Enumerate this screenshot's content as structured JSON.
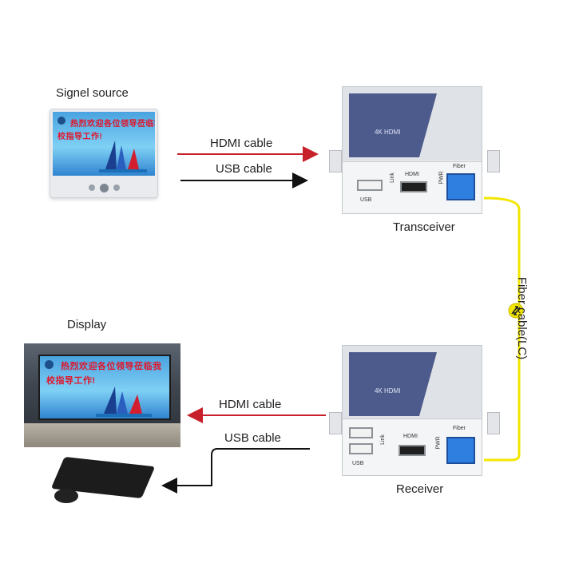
{
  "labels": {
    "signal_source": "Signel source",
    "display": "Display",
    "transceiver": "Transceiver",
    "receiver": "Receiver",
    "hdmi_cable_top": "HDMI cable",
    "usb_cable_top": "USB cable",
    "hdmi_cable_bottom": "HDMI cable",
    "usb_cable_bottom": "USB cable",
    "fiber_cable": "Fiber cable(LC)"
  },
  "screen_text": {
    "line1": "热烈欢迎各位领导莅临我",
    "line2": "校指导工作!"
  },
  "device": {
    "model_label": "4K HDMI",
    "port_usb": "USB",
    "port_hdmi": "HDMI",
    "port_link": "Link",
    "port_pwr": "PWR",
    "port_fiber": "Fiber"
  },
  "colors": {
    "hdmi_arrow": "#c8202a",
    "usb_arrow": "#111111",
    "fiber_line": "#f2e600",
    "fiber_port": "#2f7fe0"
  },
  "icons": {
    "fiber_badge": "bidirectional-arrows-icon"
  }
}
